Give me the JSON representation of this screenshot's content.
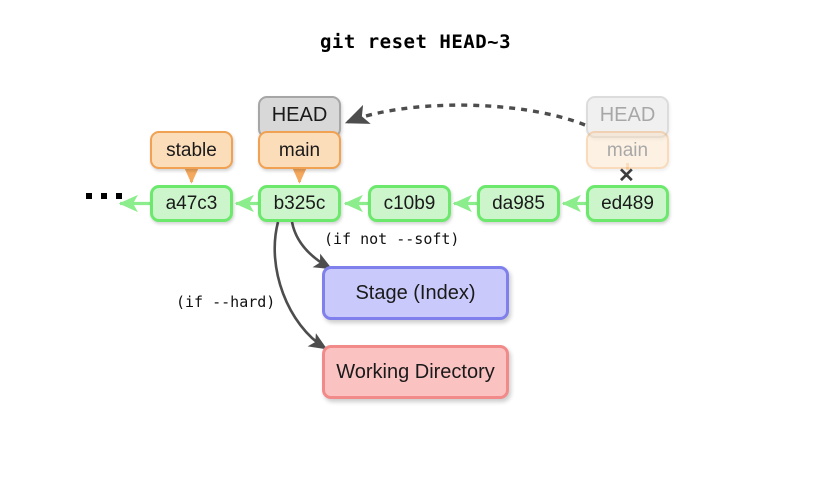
{
  "diagram": {
    "title": "git reset HEAD~3",
    "background_color": "#ffffff",
    "colors": {
      "commit_fill": "#ccf5cc",
      "commit_border": "#6ce96c",
      "branch_fill": "#fcddba",
      "branch_border": "#f0a152",
      "head_fill": "#d8d8d8",
      "head_border": "#a6a6a6",
      "stage_fill": "#c9c9fb",
      "stage_border": "#8080ec",
      "working_fill": "#fbc2c2",
      "working_border": "#f28a8a",
      "arrow_dark": "#4d4d4d",
      "arrow_green": "#8ced8c",
      "arrow_orange": "#f5a95e",
      "text": "#1a1a1a"
    }
  },
  "commits": [
    {
      "id": "a47c3",
      "label": "a47c3"
    },
    {
      "id": "b325c",
      "label": "b325c"
    },
    {
      "id": "c10b9",
      "label": "c10b9"
    },
    {
      "id": "da985",
      "label": "da985"
    },
    {
      "id": "ed489",
      "label": "ed489"
    }
  ],
  "refs": {
    "stable": "stable",
    "main_current": "main",
    "head_current": "HEAD",
    "main_old": "main",
    "head_old": "HEAD"
  },
  "areas": {
    "stage": "Stage (Index)",
    "working_directory": "Working Directory"
  },
  "annotations": {
    "soft": "(if not --soft)",
    "hard": "(if --hard)",
    "history_ellipsis": "...",
    "detach_mark": "✕"
  }
}
